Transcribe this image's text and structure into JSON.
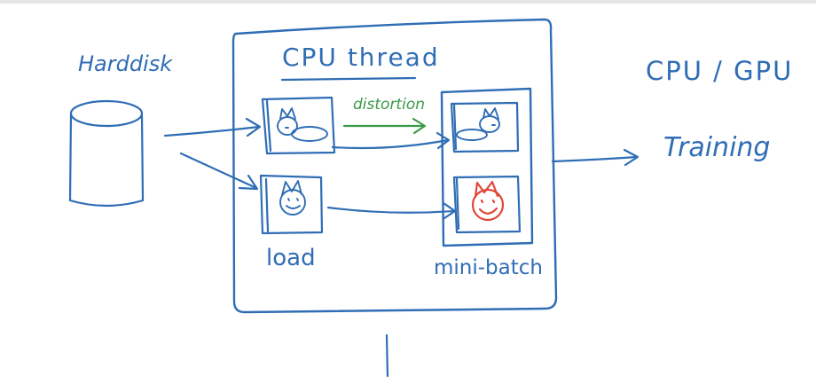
{
  "diagram": {
    "labels": {
      "harddisk": "Harddisk",
      "cpu_thread": "CPU thread",
      "distortion": "distortion",
      "load": "load",
      "mini_batch": "mini-batch",
      "cpu_gpu": "CPU / GPU",
      "training": "Training"
    },
    "colors": {
      "ink": "#2f6db5",
      "distortion": "#3a9a48",
      "highlight": "#e0473a",
      "top_strip": "#e6e6e6",
      "background": "#ffffff"
    },
    "icons": {
      "harddisk": "cylinder-icon",
      "loaded_cat": "cat-face-icon",
      "loaded_cat_2": "cat-face-icon",
      "batch_cat": "cat-face-icon",
      "batch_cat_red": "cat-face-icon"
    }
  }
}
